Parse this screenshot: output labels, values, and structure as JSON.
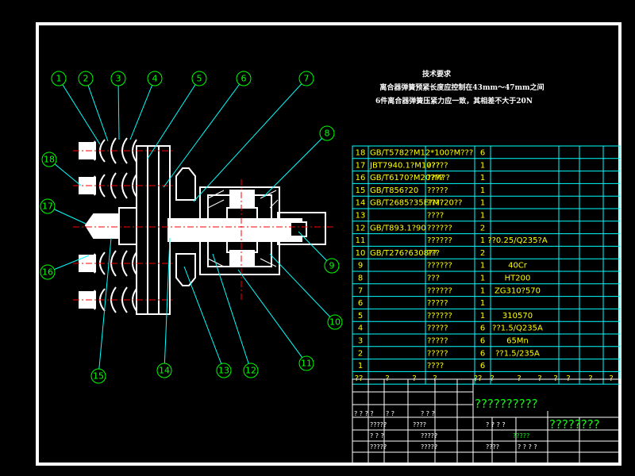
{
  "notes": {
    "title": "技术要求",
    "line1": "离合器弹簧预紧长度应控制在43mm～47mm之间",
    "line2": "6件离合器弹簧压紧力应一致，其相差不大于20N"
  },
  "balloons": [
    "1",
    "2",
    "3",
    "4",
    "5",
    "6",
    "7",
    "8",
    "9",
    "10",
    "11",
    "12",
    "13",
    "14",
    "15",
    "16",
    "17",
    "18"
  ],
  "bom": [
    {
      "no": "18",
      "code": "GB/T5782?M12*100?M???",
      "name": "",
      "qty": "6",
      "mat": ""
    },
    {
      "no": "17",
      "code": "JBT7940.1?M10??",
      "name": "?????",
      "qty": "1",
      "mat": ""
    },
    {
      "no": "16",
      "code": "GB/T6170?M20?M??",
      "name": "????",
      "qty": "1",
      "mat": ""
    },
    {
      "no": "15",
      "code": "GB/T856?20",
      "name": "?????",
      "qty": "1",
      "mat": ""
    },
    {
      "no": "14",
      "code": "GB/T2685?35E?M?20??",
      "name": "????",
      "qty": "1",
      "mat": ""
    },
    {
      "no": "13",
      "code": "",
      "name": "????",
      "qty": "1",
      "mat": ""
    },
    {
      "no": "12",
      "code": "GB/T893.1?90",
      "name": "??????",
      "qty": "2",
      "mat": ""
    },
    {
      "no": "11",
      "code": "",
      "name": "??????",
      "qty": "1",
      "mat": "??0.25/Q235?A"
    },
    {
      "no": "10",
      "code": "GB/T276?6308??",
      "name": "???",
      "qty": "2",
      "mat": ""
    },
    {
      "no": "9",
      "code": "",
      "name": "??????",
      "qty": "1",
      "mat": "40Cr"
    },
    {
      "no": "8",
      "code": "",
      "name": "???",
      "qty": "1",
      "mat": "HT200"
    },
    {
      "no": "7",
      "code": "",
      "name": "??????",
      "qty": "1",
      "mat": "ZG310?570"
    },
    {
      "no": "6",
      "code": "",
      "name": "?????",
      "qty": "1",
      "mat": ""
    },
    {
      "no": "5",
      "code": "",
      "name": "??????",
      "qty": "1",
      "mat": "310570"
    },
    {
      "no": "4",
      "code": "",
      "name": "?????",
      "qty": "6",
      "mat": "??1.5/Q235A"
    },
    {
      "no": "3",
      "code": "",
      "name": "?????",
      "qty": "6",
      "mat": "65Mn"
    },
    {
      "no": "2",
      "code": "",
      "name": "?????",
      "qty": "6",
      "mat": "??1.5/235A"
    },
    {
      "no": "1",
      "code": "",
      "name": "????",
      "qty": "6",
      "mat": ""
    }
  ],
  "bom_header": [
    "??",
    "?",
    "?",
    "?",
    "??",
    "?",
    "?",
    "?",
    "?",
    "?",
    "?",
    "?"
  ],
  "titleblock": {
    "drawing_title": "??????????",
    "right_title": "????????",
    "row_a": "? ? ? ?",
    "row_b": "?????",
    "row_c": "????",
    "row_d": "? ? ? ?",
    "row_e": "? ?",
    "row_f": "? ? ?",
    "row_g": "? ? ?"
  },
  "colors": {
    "frame": "#ffffff",
    "table": "#00ffff",
    "text": "#ffff00",
    "balloon": "#00ff00",
    "center": "#ff0000",
    "part": "#ffffff"
  }
}
